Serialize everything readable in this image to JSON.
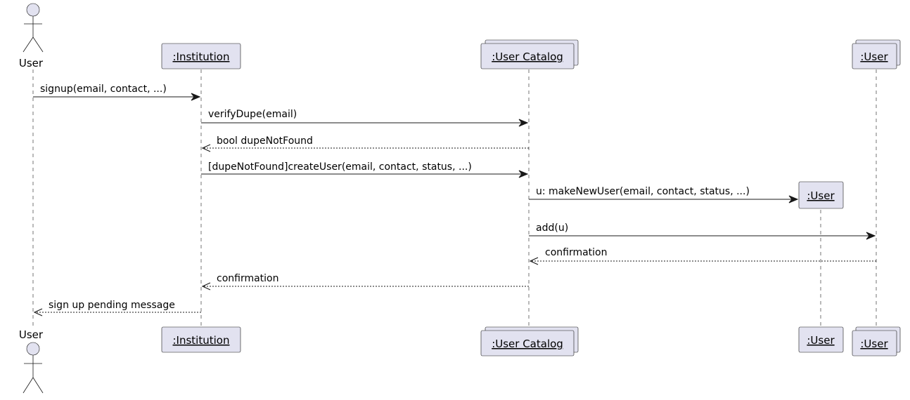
{
  "participants": {
    "user_actor": "User",
    "institution": ":Institution",
    "user_catalog": ":User Catalog",
    "user_collection": ":User",
    "user_created": ":User"
  },
  "messages": [
    "signup(email, contact, ...)",
    "verifyDupe(email)",
    "bool dupeNotFound",
    "[dupeNotFound]createUser(email, contact, status, ...)",
    "u: makeNewUser(email, contact, status, ...)",
    "add(u)",
    "confirmation",
    "confirmation",
    "sign up pending message"
  ]
}
